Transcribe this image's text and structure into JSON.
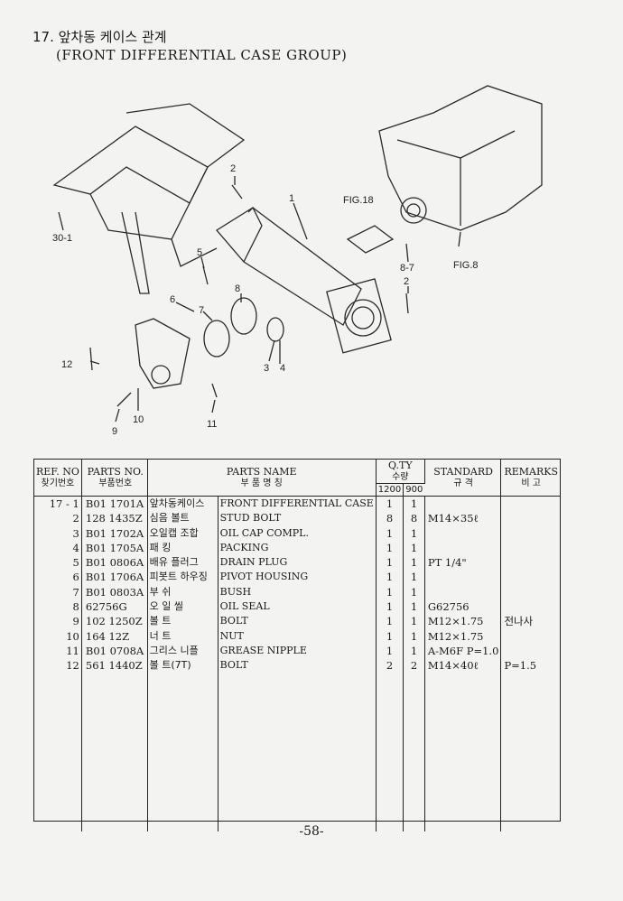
{
  "page": {
    "title_kr": "17. 앞차동 케이스 관계",
    "title_en": "(FRONT DIFFERENTIAL CASE GROUP)",
    "page_number": "-58-"
  },
  "diagram": {
    "callouts": [
      "2",
      "1",
      "FIG.18",
      "5",
      "8",
      "6",
      "7",
      "2",
      "8-7",
      "FIG.8",
      "30-1",
      "12",
      "3",
      "4",
      "10",
      "11",
      "9"
    ]
  },
  "table": {
    "headers": {
      "ref_no": "REF. NO",
      "ref_no_kr": "찾기번호",
      "parts_no": "PARTS NO.",
      "parts_no_kr": "부품번호",
      "parts_name": "PARTS NAME",
      "parts_name_kr": "부 품 명 칭",
      "qty": "Q.TY",
      "qty_kr": "수량",
      "qty_col1": "1200",
      "qty_col2": "900",
      "standard": "STANDARD",
      "standard_kr": "규 격",
      "remarks": "REMARKS",
      "remarks_kr": "비 고"
    },
    "rows": [
      {
        "ref": "17 - 1",
        "pno": "B01 1701A",
        "kor": "앞차동케이스",
        "eng": "FRONT DIFFERENTIAL CASE",
        "q1": "1",
        "q2": "1",
        "std": "",
        "rem": ""
      },
      {
        "ref": "2",
        "pno": "128 1435Z",
        "kor": "심음 볼트",
        "eng": "STUD BOLT",
        "q1": "8",
        "q2": "8",
        "std": "M14×35ℓ",
        "rem": ""
      },
      {
        "ref": "3",
        "pno": "B01 1702A",
        "kor": "오일캡 조합",
        "eng": "OIL CAP COMPL.",
        "q1": "1",
        "q2": "1",
        "std": "",
        "rem": ""
      },
      {
        "ref": "4",
        "pno": "B01 1705A",
        "kor": "패 킹",
        "eng": "PACKING",
        "q1": "1",
        "q2": "1",
        "std": "",
        "rem": ""
      },
      {
        "ref": "5",
        "pno": "B01 0806A",
        "kor": "배유 플러그",
        "eng": "DRAIN PLUG",
        "q1": "1",
        "q2": "1",
        "std": "PT 1/4\"",
        "rem": ""
      },
      {
        "ref": "6",
        "pno": "B01 1706A",
        "kor": "피봇트 하우징",
        "eng": "PIVOT HOUSING",
        "q1": "1",
        "q2": "1",
        "std": "",
        "rem": ""
      },
      {
        "ref": "7",
        "pno": "B01 0803A",
        "kor": "부 쉬",
        "eng": "BUSH",
        "q1": "1",
        "q2": "1",
        "std": "",
        "rem": ""
      },
      {
        "ref": "8",
        "pno": "62756G",
        "kor": "오 일 씰",
        "eng": "OIL SEAL",
        "q1": "1",
        "q2": "1",
        "std": "G62756",
        "rem": ""
      },
      {
        "ref": "9",
        "pno": "102 1250Z",
        "kor": "볼 트",
        "eng": "BOLT",
        "q1": "1",
        "q2": "1",
        "std": "M12×1.75",
        "rem": "전나사"
      },
      {
        "ref": "10",
        "pno": "164 12Z",
        "kor": "너 트",
        "eng": "NUT",
        "q1": "1",
        "q2": "1",
        "std": "M12×1.75",
        "rem": ""
      },
      {
        "ref": "11",
        "pno": "B01 0708A",
        "kor": "그리스 니플",
        "eng": "GREASE NIPPLE",
        "q1": "1",
        "q2": "1",
        "std": "A-M6F P=1.0",
        "rem": ""
      },
      {
        "ref": "12",
        "pno": "561 1440Z",
        "kor": "볼 트(7T)",
        "eng": "BOLT",
        "q1": "2",
        "q2": "2",
        "std": "M14×40ℓ",
        "rem": "P=1.5"
      }
    ]
  }
}
